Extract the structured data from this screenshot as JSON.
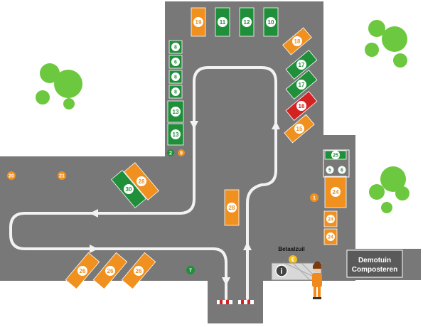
{
  "colors": {
    "asphalt": "#787878",
    "container_green": "#1f8f3a",
    "container_orange": "#f0901e",
    "container_red": "#d42222",
    "tree": "#6cc83e",
    "road_line": "#f2f2f2",
    "building": "#5a5a5a",
    "building_border": "#ffffff"
  },
  "containers": [
    {
      "id": "c19",
      "label": "19",
      "color": "orange"
    },
    {
      "id": "c11",
      "label": "11",
      "color": "green"
    },
    {
      "id": "c12",
      "label": "12",
      "color": "green"
    },
    {
      "id": "c10",
      "label": "10",
      "color": "green"
    },
    {
      "id": "c18",
      "label": "18",
      "color": "orange"
    },
    {
      "id": "c17a",
      "label": "17",
      "color": "green"
    },
    {
      "id": "c17b",
      "label": "17",
      "color": "green"
    },
    {
      "id": "c16",
      "label": "16",
      "color": "red"
    },
    {
      "id": "c15",
      "label": "15",
      "color": "orange"
    },
    {
      "id": "c8a",
      "label": "8",
      "color": "green"
    },
    {
      "id": "c6",
      "label": "6",
      "color": "green"
    },
    {
      "id": "c8b",
      "label": "8",
      "color": "green"
    },
    {
      "id": "c8c",
      "label": "8",
      "color": "green"
    },
    {
      "id": "c13a",
      "label": "13",
      "color": "green"
    },
    {
      "id": "c13b",
      "label": "13",
      "color": "green"
    },
    {
      "id": "c30",
      "label": "30",
      "color": "green"
    },
    {
      "id": "c28a",
      "label": "28",
      "color": "orange"
    },
    {
      "id": "c28b",
      "label": "28",
      "color": "orange"
    },
    {
      "id": "c25",
      "label": "25",
      "color": "green"
    },
    {
      "id": "c24a",
      "label": "24",
      "color": "orange"
    },
    {
      "id": "c24b",
      "label": "24",
      "color": "orange"
    },
    {
      "id": "c24c",
      "label": "24",
      "color": "orange"
    },
    {
      "id": "c26a",
      "label": "26",
      "color": "orange"
    },
    {
      "id": "c26b",
      "label": "26",
      "color": "orange"
    },
    {
      "id": "c26c",
      "label": "26",
      "color": "orange"
    }
  ],
  "markers": [
    {
      "id": "m2",
      "label": "2",
      "color": "green"
    },
    {
      "id": "m9",
      "label": "9",
      "color": "orange"
    },
    {
      "id": "m20",
      "label": "20",
      "color": "orange"
    },
    {
      "id": "m21",
      "label": "21",
      "color": "orange"
    },
    {
      "id": "m1",
      "label": "1",
      "color": "orange"
    },
    {
      "id": "m7",
      "label": "7",
      "color": "green"
    },
    {
      "id": "m5",
      "label": "5",
      "color": "green"
    },
    {
      "id": "m6",
      "label": "6",
      "color": "green"
    }
  ],
  "building": {
    "line1": "Demotuin",
    "line2": "Composteren"
  },
  "payment": {
    "label": "Betaalzuil",
    "icon": "euro-coin-icon"
  },
  "info": {
    "icon": "info-icon",
    "symbol": "i"
  },
  "person": {
    "icon": "attendant-person-icon"
  },
  "gate_icon": "barrier-gate-icon",
  "tree_icon": "tree-icon"
}
